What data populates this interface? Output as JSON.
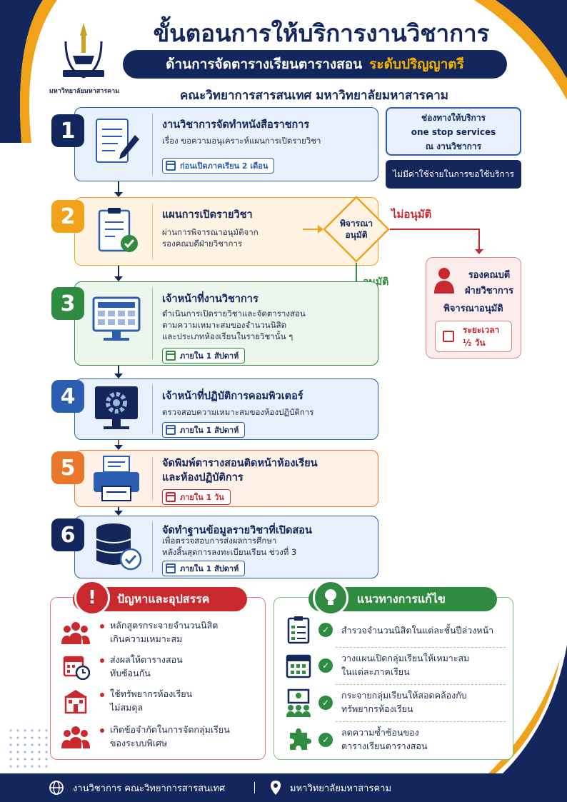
{
  "header": {
    "title": "ขั้นตอนการให้บริการงานวิชาการ",
    "subtitle_main": "ด้านการจัดตารางเรียนตารางสอน",
    "subtitle_highlight": "ระดับปริญญาตรี",
    "faculty": "คณะวิทยาการสารสนเทศ มหาวิทยาลัยมหาสารคาม",
    "logo_caption": "มหาวิทยาลัยมหาสารคาม"
  },
  "steps": [
    {
      "num": "1",
      "title": "งานวิชาการจัดทำหนังสือราชการ",
      "desc": "เรื่อง ขอความอนุเคราะห์แผนการเปิดรายวิชา",
      "tag": "ก่อนเปิดภาคเรียน 2 เดือน",
      "icon": "document-pen-icon"
    },
    {
      "num": "2",
      "title": "แผนการเปิดรายวิชา",
      "desc_lines": [
        "ผ่านการพิจารณาอนุมัติจาก",
        "รองคณบดีฝ่ายวิชาการ"
      ],
      "icon": "clipboard-check-icon"
    },
    {
      "num": "3",
      "title": "เจ้าหน้าที่งานวิชาการ",
      "desc_lines": [
        "ดำเนินการเปิดรายวิชาและจัดตารางสอน",
        "ตามความเหมาะสมของจำนวนนิสิต",
        "และประเภทห้องเรียนในรายวิชานั้น ๆ"
      ],
      "tag": "ภายใน 1 สัปดาห์",
      "icon": "monitor-schedule-icon"
    },
    {
      "num": "4",
      "title": "เจ้าหน้าที่ปฏิบัติการคอมพิวเตอร์",
      "desc": "ตรวจสอบความเหมาะสมของห้องปฏิบัติการ",
      "tag": "ภายใน 1 สัปดาห์",
      "icon": "monitor-gear-icon"
    },
    {
      "num": "5",
      "title_lines": [
        "จัดพิมพ์ตารางสอนติดหน้าห้องเรียน",
        "และห้องปฏิบัติการ"
      ],
      "tag": "ภายใน 1 วัน",
      "icon": "printer-icon"
    },
    {
      "num": "6",
      "title": "จัดทำฐานข้อมูลรายวิชาที่เปิดสอน",
      "desc_lines": [
        "เพื่อตรวจสอบการส่งผลการศึกษา",
        "หลังสิ้นสุดการลงทะเบียนเรียน ช่วงที่ 3"
      ],
      "tag": "ภายใน 1 สัปดาห์",
      "icon": "database-check-icon"
    }
  ],
  "channel": {
    "lines": [
      "ช่องทางให้บริการ",
      "one stop services",
      "ณ งานวิชาการ"
    ],
    "fee_note": "ไม่มีค่าใช้จ่ายในการขอใช้บริการ"
  },
  "decision": {
    "lines": [
      "พิจารณา",
      "อนุมัติ"
    ],
    "reject": "ไม่อนุมัติ",
    "approve": "อนุมัติ"
  },
  "dean": {
    "title_lines": [
      "รองคณบดี",
      "ฝ่ายวิชาการ"
    ],
    "desc": "พิจารณาอนุมัติ",
    "tag_lines": [
      "ระยะเวลา",
      "½ วัน"
    ]
  },
  "problems": {
    "title": "ปัญหาและอุปสรรค",
    "items": [
      {
        "lines": [
          "หลักสูตรกระจายจำนวนนิสิต",
          "เกินความเหมาะสม"
        ],
        "icon": "people-group-icon"
      },
      {
        "lines": [
          "ส่งผลให้ตารางสอน",
          "ทับซ้อนกัน"
        ],
        "icon": "calendar-clock-icon"
      },
      {
        "lines": [
          "ใช้ทรัพยากรห้องเรียน",
          "ไม่สมดุล"
        ],
        "icon": "school-building-icon"
      },
      {
        "lines": [
          "เกิดข้อจำกัดในการจัดกลุ่มเรียน",
          "ของระบบพิเศษ"
        ],
        "icon": "people-group-icon"
      }
    ]
  },
  "solutions": {
    "title": "แนวทางการแก้ไข",
    "items": [
      {
        "lines": [
          "สำรวจจำนวนนิสิตในแต่ละชั้นปีล่วงหน้า"
        ],
        "icon": "checklist-icon"
      },
      {
        "lines": [
          "วางแผนเปิดกลุ่มเรียนให้เหมาะสม",
          "ในแต่ละภาคเรียน"
        ],
        "icon": "calendar-grid-icon"
      },
      {
        "lines": [
          "กระจายกลุ่มเรียนให้สอดคล้องกับ",
          "ทรัพยากรห้องเรียน"
        ],
        "icon": "classroom-icon"
      },
      {
        "lines": [
          "ลดความซ้ำซ้อนของ",
          "ตารางเรียนตารางสอน"
        ],
        "icon": "puzzle-icon"
      }
    ]
  },
  "footer": {
    "left": "งานวิชาการ คณะวิทยาการสารสนเทศ",
    "right": "มหาวิทยาลัยมหาสารคาม"
  },
  "colors": {
    "navy": "#13275c",
    "blue": "#2b5db0",
    "orange": "#f0a21a",
    "green": "#2e8b3f",
    "red": "#c8282e",
    "deep_orange": "#e8762b"
  }
}
